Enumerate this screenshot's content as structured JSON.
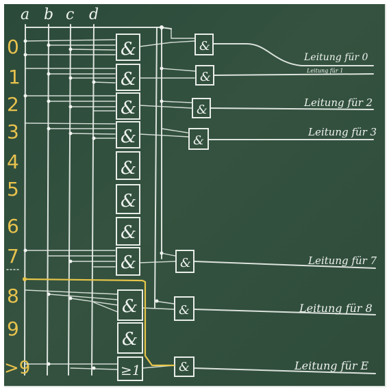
{
  "input_labels": [
    "a",
    "b",
    "c",
    "d"
  ],
  "row_labels": [
    "0",
    "1",
    "2",
    "3",
    "4",
    "5",
    "6",
    "7",
    "8",
    "9",
    ">9"
  ],
  "and_gate_symbol": "&",
  "or_gate_symbol": "≥1",
  "output_labels": [
    "Leitung für 0",
    "Leitung für 1",
    "Leitung für 2",
    "Leitung für 3",
    "Leitung für 7",
    "Leitung für 8",
    "Leitung für E"
  ],
  "colors": {
    "board": "#2f4c3b",
    "chalk": "#e9eee9",
    "highlight": "#e8c64a"
  }
}
